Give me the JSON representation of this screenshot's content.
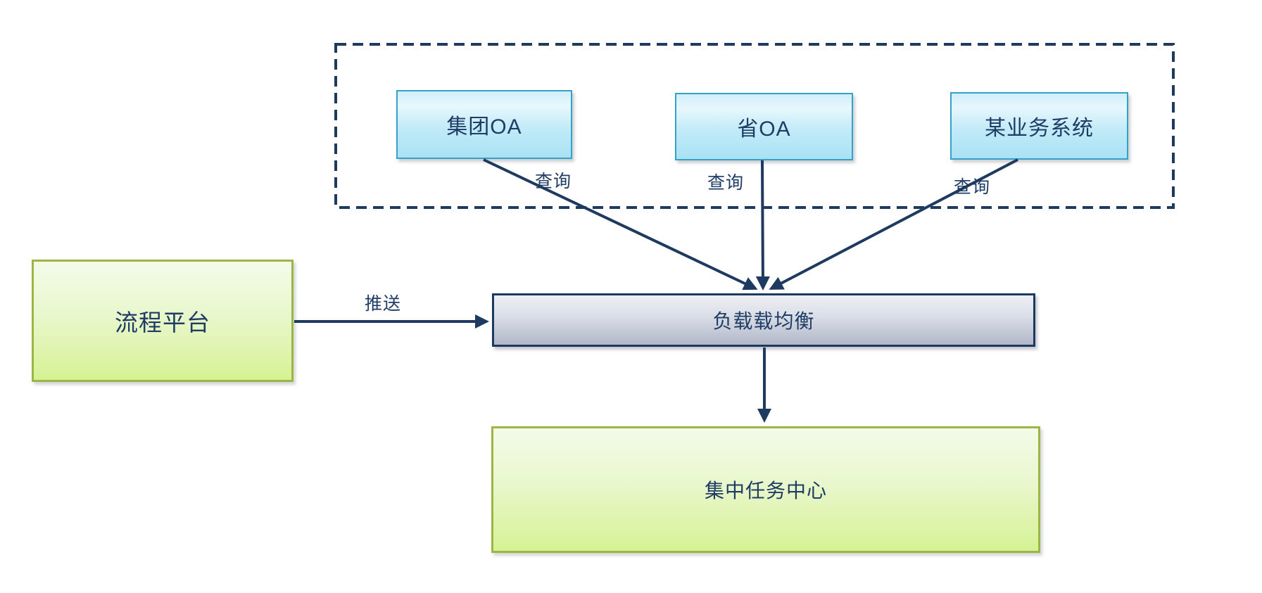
{
  "diagram": {
    "nodes": {
      "group_oa": {
        "label": "集团OA"
      },
      "province_oa": {
        "label": "省OA"
      },
      "business_system": {
        "label": "某业务系统"
      },
      "process_platform": {
        "label": "流程平台"
      },
      "load_balancer": {
        "label": "负载载均衡"
      },
      "task_center": {
        "label": "集中任务中心"
      }
    },
    "edge_labels": {
      "query_group": "查询",
      "query_province": "查询",
      "query_business": "查询",
      "push": "推送"
    },
    "colors": {
      "background": "#ffffff",
      "text": "#1f3c64",
      "arrow": "#1f3a5f",
      "dashed_border": "#1e3a5c",
      "cyan_box_border": "#35a0c8",
      "cyan_box_fill_top": "#cfeffa",
      "cyan_box_fill_bottom": "#a9e2f4",
      "green_box_border": "#9cb544",
      "green_box_fill_top": "#f3fbe9",
      "green_box_fill_bottom": "#d6f294",
      "gray_bar_border": "#1c3a5f",
      "gray_bar_fill_top": "#eff0f5",
      "gray_bar_fill_bottom": "#b2b8c9"
    }
  }
}
